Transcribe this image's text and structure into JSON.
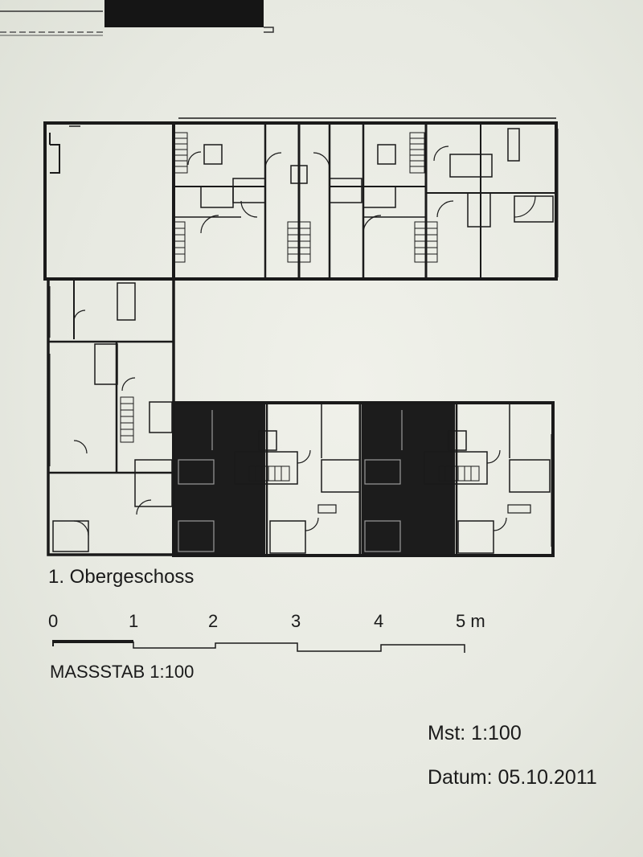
{
  "plan": {
    "floor_title": "1. Obergeschoss",
    "scale_bar": {
      "ticks": [
        "0",
        "1",
        "2",
        "3",
        "4",
        "5 m"
      ],
      "label": "MASSSTAB 1:100"
    }
  },
  "title_block": {
    "scale": "Mst: 1:100",
    "date": "Datum: 05.10.2011"
  },
  "colors": {
    "paper": "#e9ebe3",
    "ink": "#1a1a1a"
  }
}
